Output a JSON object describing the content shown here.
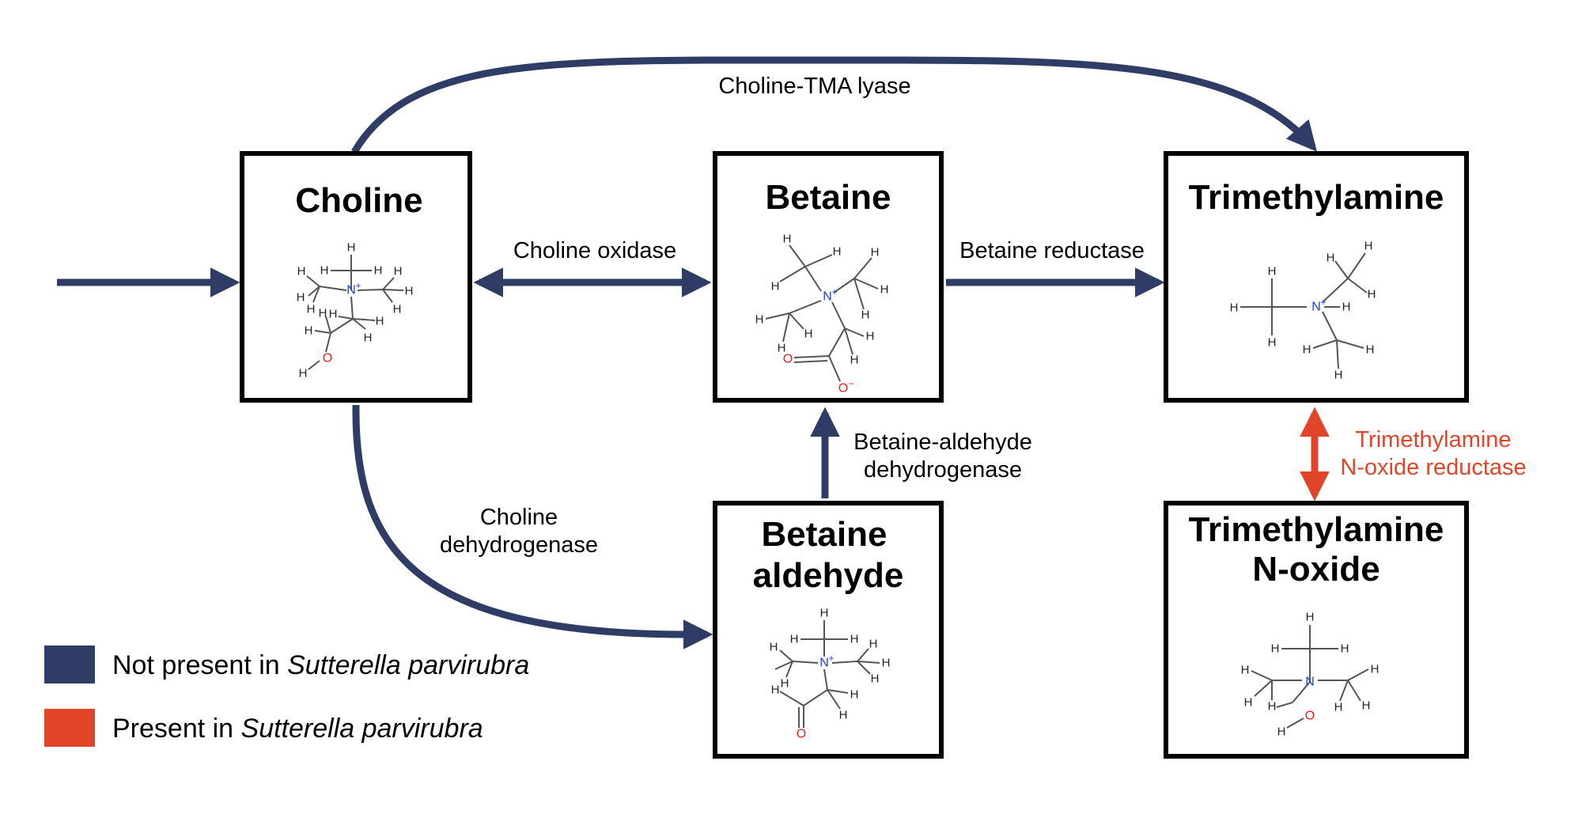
{
  "colors": {
    "not_present": "#2f3d66",
    "present": "#e0452a"
  },
  "nodes": {
    "choline": {
      "title": "Choline"
    },
    "betaine": {
      "title": "Betaine"
    },
    "trimethylamine": {
      "title": "Trimethylamine"
    },
    "betaine_aldehyde": {
      "title_line1": "Betaine",
      "title_line2": "aldehyde"
    },
    "tmao": {
      "title_line1": "Trimethylamine",
      "title_line2": "N-oxide"
    }
  },
  "enzymes": {
    "choline_tma_lyase": "Choline-TMA lyase",
    "choline_oxidase": "Choline oxidase",
    "betaine_reductase": "Betaine reductase",
    "betaine_aldehyde_dehydrogenase_line1": "Betaine-aldehyde",
    "betaine_aldehyde_dehydrogenase_line2": "dehydrogenase",
    "choline_dehydrogenase_line1": "Choline",
    "choline_dehydrogenase_line2": "dehydrogenase",
    "tmao_reductase_line1": "Trimethylamine",
    "tmao_reductase_line2": "N-oxide reductase"
  },
  "legend": {
    "not_present_prefix": "Not present in ",
    "present_prefix": "Present in ",
    "organism": "Sutterella parvirubra"
  },
  "atoms": {
    "H": "H",
    "N": "N",
    "O": "O",
    "plus": "+",
    "minus": "−"
  }
}
